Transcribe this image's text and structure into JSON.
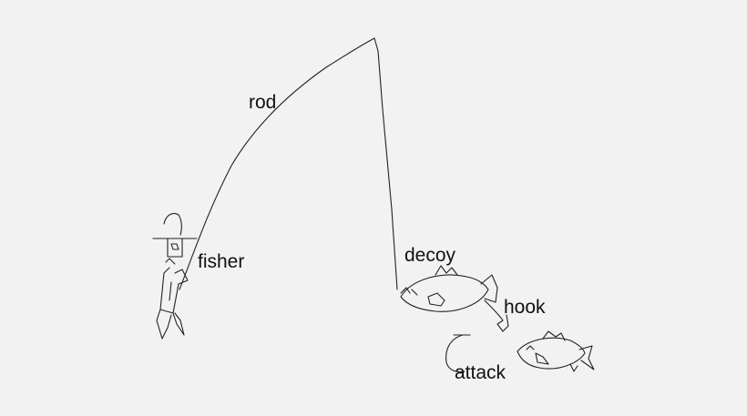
{
  "labels": {
    "rod": "rod",
    "fisher": "fisher",
    "decoy": "decoy",
    "hook": "hook",
    "attack": "attack"
  },
  "colors": {
    "background": "#f2f2f2",
    "ink": "#222222"
  }
}
